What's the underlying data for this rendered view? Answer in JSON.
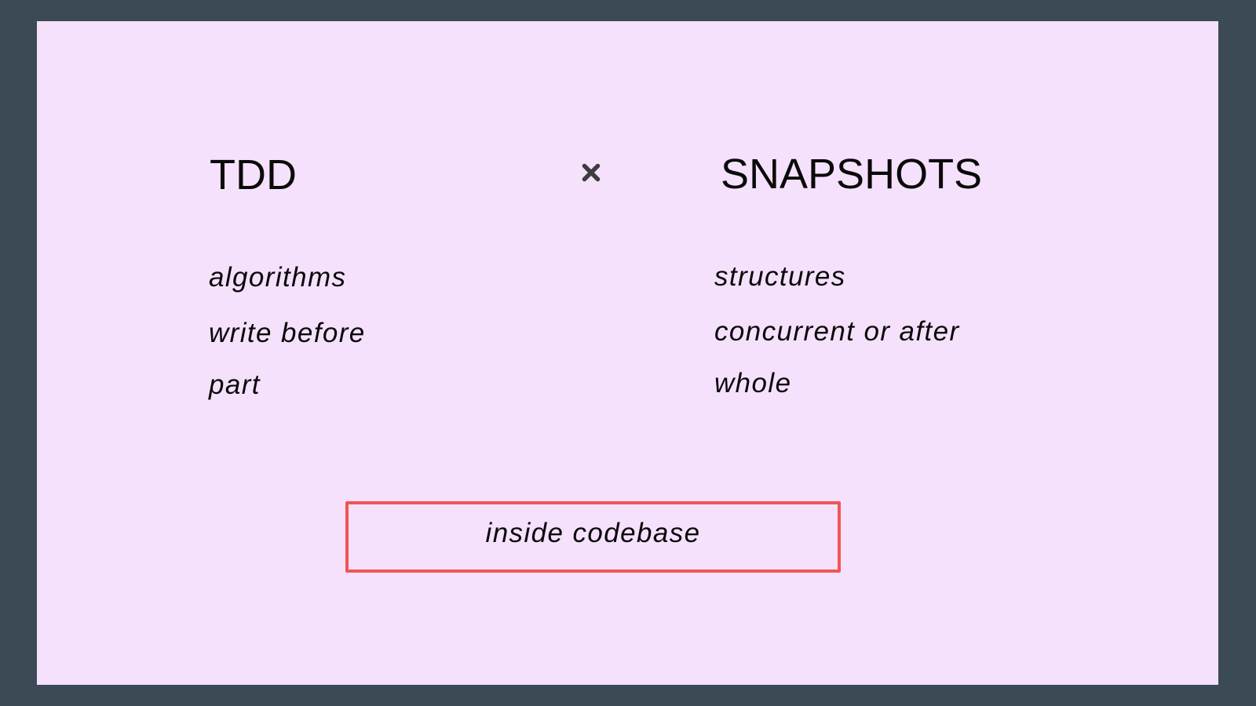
{
  "slide": {
    "background": "#f5e1fb",
    "frame_color": "#3b4a55",
    "left_column": {
      "title": "TDD",
      "items": [
        "algorithms",
        "write before",
        "part"
      ]
    },
    "separator_icon": "times-icon",
    "right_column": {
      "title": "SNAPSHOTS",
      "items": [
        "structures",
        "concurrent or after",
        "whole"
      ]
    },
    "callout": {
      "text": "inside codebase",
      "border_color": "#f05555"
    }
  }
}
